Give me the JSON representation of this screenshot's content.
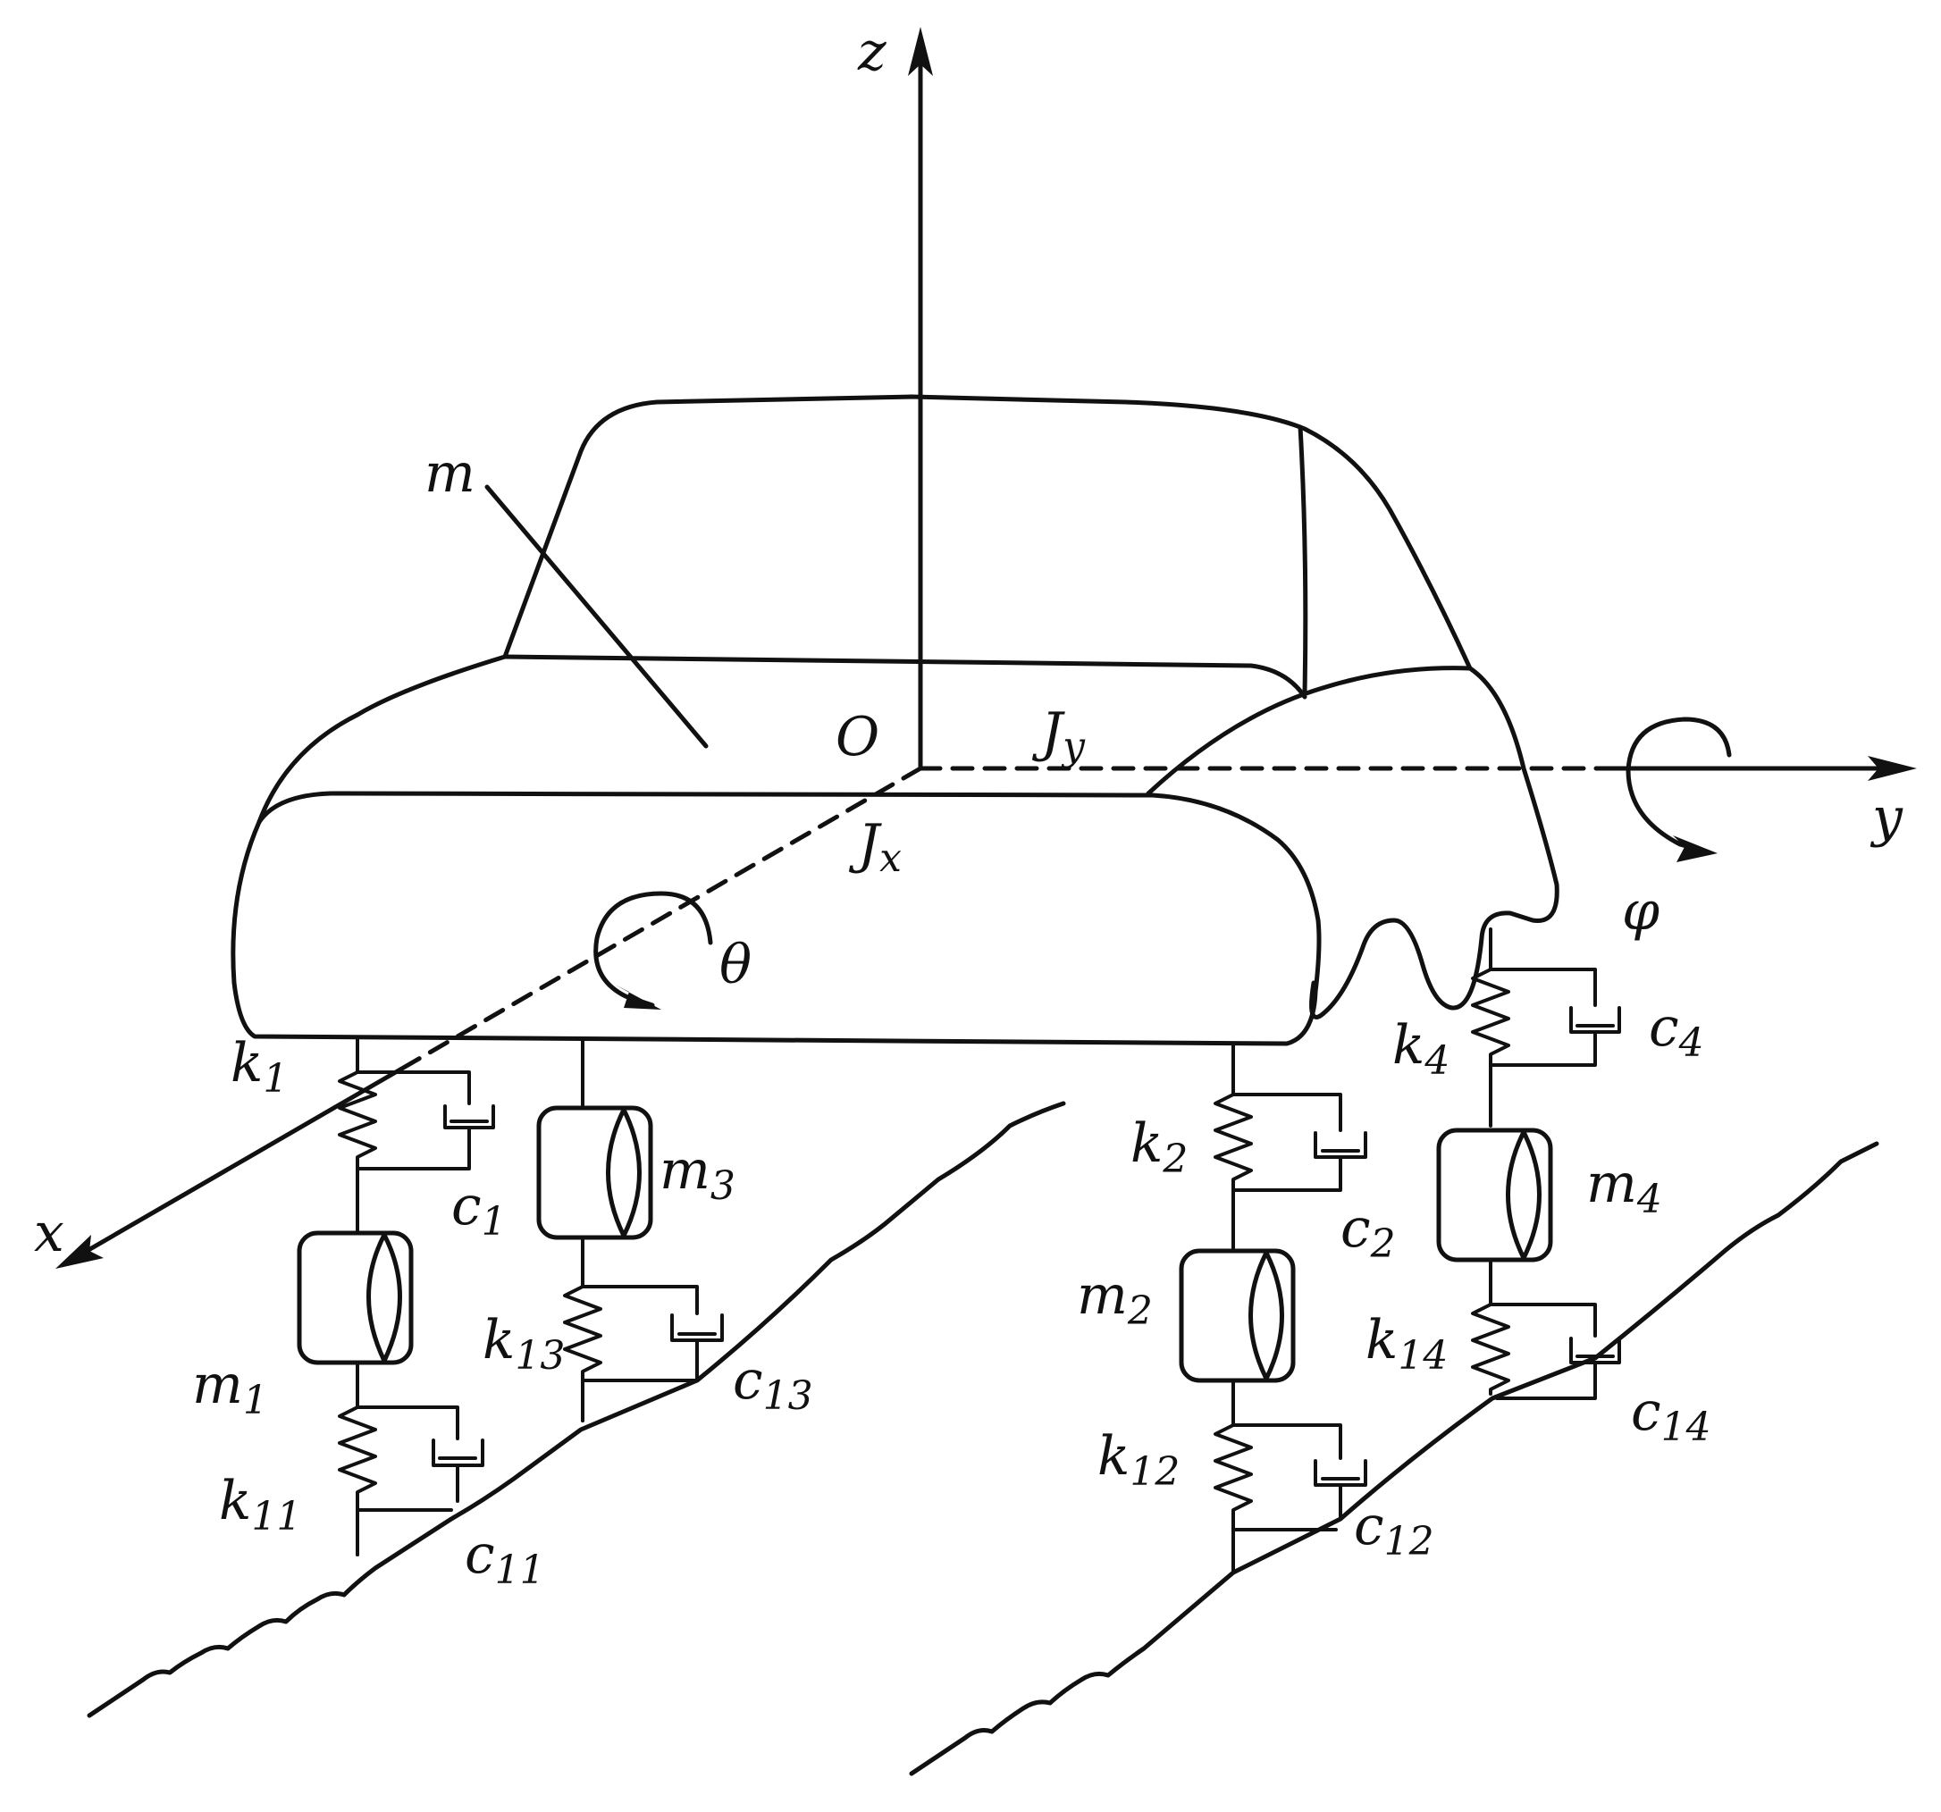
{
  "axes": {
    "z": "z",
    "y": "y",
    "x": "x",
    "origin": "O"
  },
  "rotations": {
    "theta": "θ",
    "phi": "φ"
  },
  "inertia": {
    "jy": "J",
    "jy_sub": "y",
    "jx": "J",
    "jx_sub": "x"
  },
  "body_mass": "m",
  "wheels": [
    {
      "mass": "m",
      "mass_sub": "1",
      "spring": "k",
      "spring_sub": "1",
      "damper": "c",
      "damper_sub": "1",
      "tire_spring": "k",
      "tire_spring_sub": "11",
      "tire_damper": "c",
      "tire_damper_sub": "11"
    },
    {
      "mass": "m",
      "mass_sub": "2",
      "spring": "k",
      "spring_sub": "2",
      "damper": "c",
      "damper_sub": "2",
      "tire_spring": "k",
      "tire_spring_sub": "12",
      "tire_damper": "c",
      "tire_damper_sub": "12"
    },
    {
      "mass": "m",
      "mass_sub": "3",
      "tire_spring": "k",
      "tire_spring_sub": "13",
      "tire_damper": "c",
      "tire_damper_sub": "13"
    },
    {
      "mass": "m",
      "mass_sub": "4",
      "spring": "k",
      "spring_sub": "4",
      "damper": "c",
      "damper_sub": "4",
      "tire_spring": "k",
      "tire_spring_sub": "14",
      "tire_damper": "c",
      "tire_damper_sub": "14"
    }
  ],
  "colors": {
    "ink": "#111111",
    "background": "#ffffff"
  }
}
